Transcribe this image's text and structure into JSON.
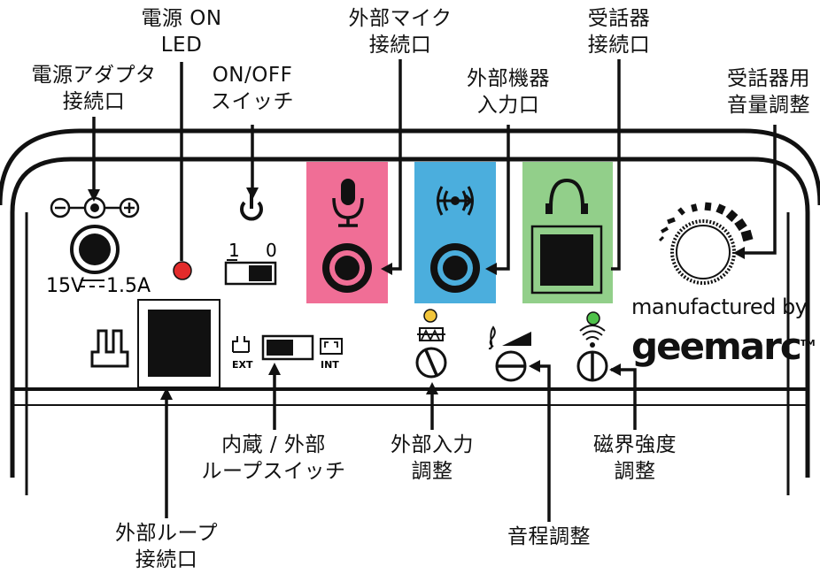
{
  "labels": {
    "power_led": [
      "電源 ON",
      "LED"
    ],
    "power_adapter": [
      "電源アダプタ",
      "接続口"
    ],
    "on_off_switch": [
      "ON/OFF",
      "スイッチ"
    ],
    "ext_mic": [
      "外部マイク",
      "接続口"
    ],
    "ext_device": [
      "外部機器",
      "入力口"
    ],
    "handset": [
      "受話器",
      "接続口"
    ],
    "handset_volume": [
      "受話器用",
      "音量調整"
    ],
    "loop_switch": [
      "内蔵 / 外部",
      "ループスイッチ"
    ],
    "ext_input_adjust": [
      "外部入力",
      "調整"
    ],
    "tone_adjust": [
      "音程調整"
    ],
    "field_strength": [
      "磁界強度",
      "調整"
    ],
    "ext_loop": [
      "外部ループ",
      "接続口"
    ]
  },
  "device": {
    "voltage_text": "15V",
    "current_text": "1.5A",
    "switch_one": "1",
    "switch_zero": "0",
    "ext_text": "EXT",
    "int_text": "INT",
    "manufactured_by": "manufactured by",
    "brand": "geemarc",
    "trademark": "TM"
  },
  "colors": {
    "mic_panel": "#f06e96",
    "device_panel": "#4baedd",
    "handset_panel": "#92cf8a",
    "power_led": "#e32b2b",
    "yellow_indicator": "#f2c53a",
    "green_indicator": "#4fc24a",
    "outline": "#111111"
  },
  "icons": [
    "power-icon",
    "microphone-icon",
    "broadcast-icon",
    "headphones-icon",
    "treble-clef-icon",
    "hearing-loop-icon",
    "ear-waveform-icon",
    "loop-connector-icon"
  ]
}
